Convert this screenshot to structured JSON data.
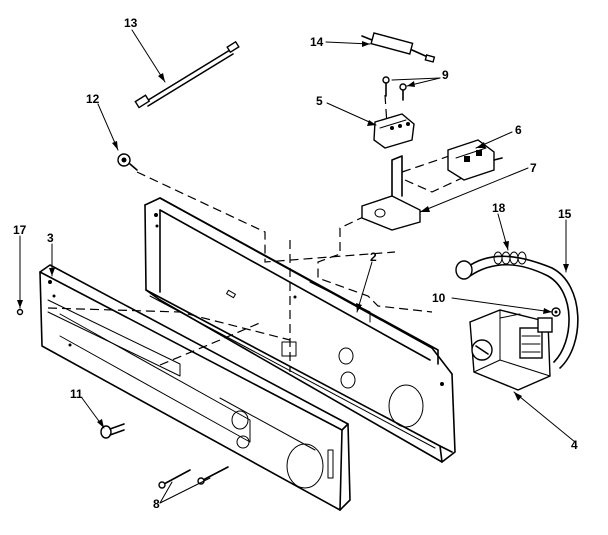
{
  "labels": {
    "l2": "2",
    "l3": "3",
    "l4": "4",
    "l5": "5",
    "l6": "6",
    "l7": "7",
    "l8": "8",
    "l9": "9",
    "l10": "10",
    "l11": "11",
    "l12": "12",
    "l13": "13",
    "l14": "14",
    "l15": "15",
    "l17": "17",
    "l18": "18"
  }
}
